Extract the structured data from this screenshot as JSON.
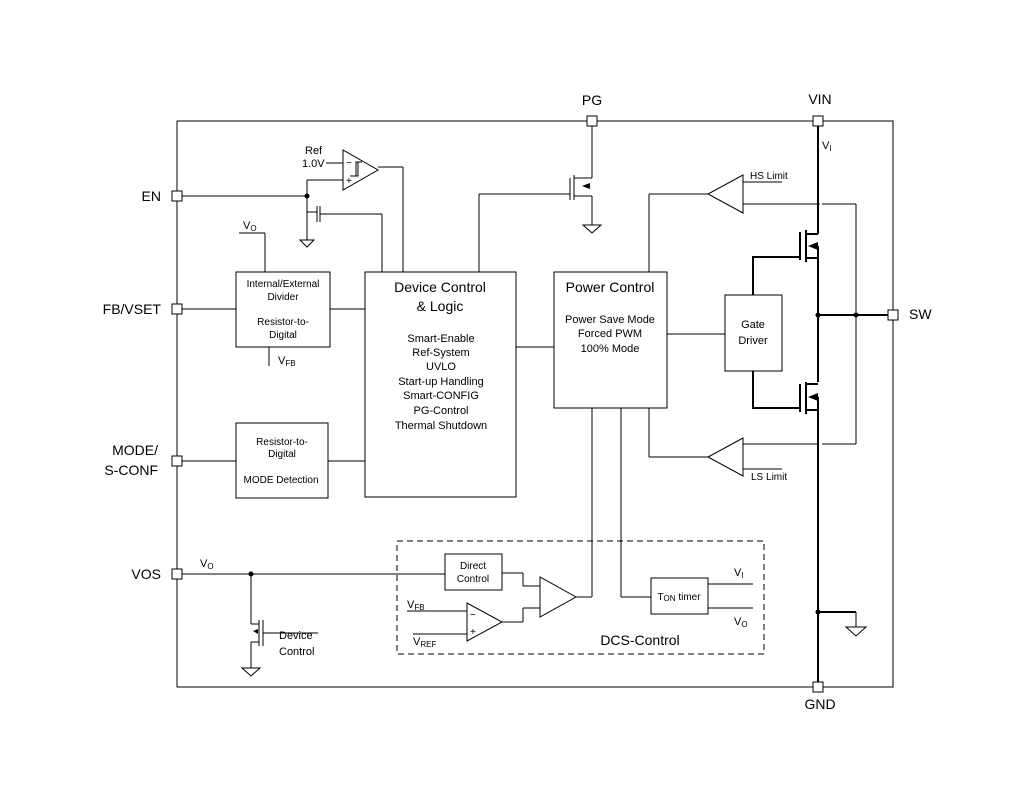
{
  "pins": {
    "pg": "PG",
    "vin": "VIN",
    "en": "EN",
    "fb_vset": "FB/VSET",
    "mode_line1": "MODE/",
    "mode_line2": "S-CONF",
    "vos": "VOS",
    "sw": "SW",
    "gnd": "GND"
  },
  "ref": {
    "label": "Ref",
    "value": "1.0V"
  },
  "vo_top": {
    "main": "V",
    "sub": "O"
  },
  "vfb_top": {
    "main": "V",
    "sub": "FB"
  },
  "vi_top": {
    "main": "V",
    "sub": "I"
  },
  "divider_block": {
    "line1": "Internal/External",
    "line2": "Divider",
    "line3": "Resistor-to-",
    "line4": "Digital"
  },
  "mode_block": {
    "line1": "Resistor-to-",
    "line2": "Digital",
    "line3": "MODE Detection"
  },
  "device_control": {
    "title1": "Device Control",
    "title2": "& Logic",
    "items": [
      "Smart-Enable",
      "Ref-System",
      "UVLO",
      "Start-up Handling",
      "Smart-CONFIG",
      "PG-Control",
      "Thermal Shutdown"
    ]
  },
  "power_control": {
    "title": "Power Control",
    "items": [
      "Power Save Mode",
      "Forced PWM",
      "100% Mode"
    ]
  },
  "gate_driver": {
    "line1": "Gate",
    "line2": "Driver"
  },
  "hs_limit": "HS Limit",
  "ls_limit": "LS Limit",
  "dcs": {
    "label": "DCS-Control",
    "direct_control_1": "Direct",
    "direct_control_2": "Control",
    "ton_main": "T",
    "ton_sub": "ON",
    "ton_rest": " timer",
    "vfb_main": "V",
    "vfb_sub": "FB",
    "vref_main": "V",
    "vref_sub": "REF",
    "vi_main": "V",
    "vi_sub": "I",
    "vo_main": "V",
    "vo_sub": "O"
  },
  "vos_vo": {
    "main": "V",
    "sub": "O"
  },
  "device_control_switch": {
    "line1": "Device",
    "line2": "Control"
  }
}
